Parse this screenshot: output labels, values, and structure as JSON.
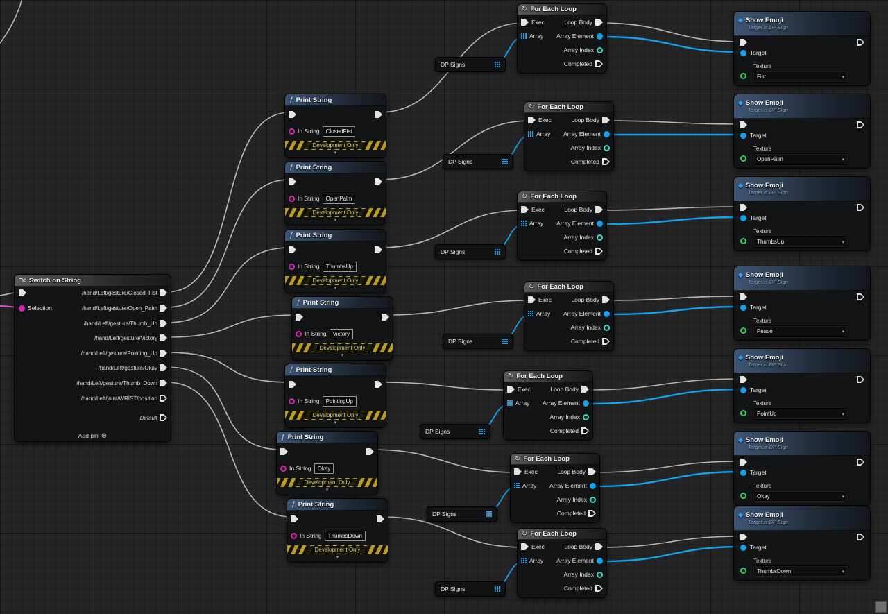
{
  "icons": {
    "function": "ƒ",
    "loop": "↻",
    "event_diamond": "◆",
    "dropdown_chevron": "▾",
    "collapse_chevron": "▾",
    "add_pin": "⊕"
  },
  "colors": {
    "exec_wire": "#d4d4d4",
    "object_pin": "#18a0f0",
    "string_pin": "#e21fb6",
    "int_pin": "#32dfc2",
    "selection_wire": "#e84fd0",
    "dev_stripe": "#b89d1e"
  },
  "switch_node": {
    "title": "Switch on String",
    "selection_label": "Selection",
    "case_pins": [
      "/hand/Left/gesture/Closed_Fist",
      "/hand/Left/gesture/Open_Palm",
      "/hand/Left/gesture/Thumb_Up",
      "/hand/Left/gesture/Victory",
      "/hand/Left/gesture/Pointing_Up",
      "/hand/Left/gesture/Okay",
      "/hand/Left/gesture/Thumb_Down",
      "/hand/Left/joint/WRIST/position"
    ],
    "default_pin": "Default",
    "add_pin_label": "Add pin"
  },
  "print_node": {
    "title": "Print String",
    "in_string_label": "In String",
    "dev_only_label": "Development Only"
  },
  "print_values": [
    "ClosedFist",
    "OpenPalm",
    "ThumbsUp",
    "Victory",
    "PointingUp",
    "Okay",
    "ThumbsDown"
  ],
  "variable_node": {
    "label": "DP Signs"
  },
  "foreach_node": {
    "title": "For Each Loop",
    "exec_label": "Exec",
    "array_label": "Array",
    "loop_body_label": "Loop Body",
    "array_element_label": "Array Element",
    "array_index_label": "Array Index",
    "completed_label": "Completed"
  },
  "emoji_node": {
    "title": "Show Emoji",
    "subtitle": "Target is DP Sign",
    "target_label": "Target",
    "texture_label": "Texture"
  },
  "texture_values": [
    "Fist",
    "OpenPalm",
    "ThumbsUp",
    "Peace",
    "PointUp",
    "Okay",
    "ThumbsDown"
  ]
}
